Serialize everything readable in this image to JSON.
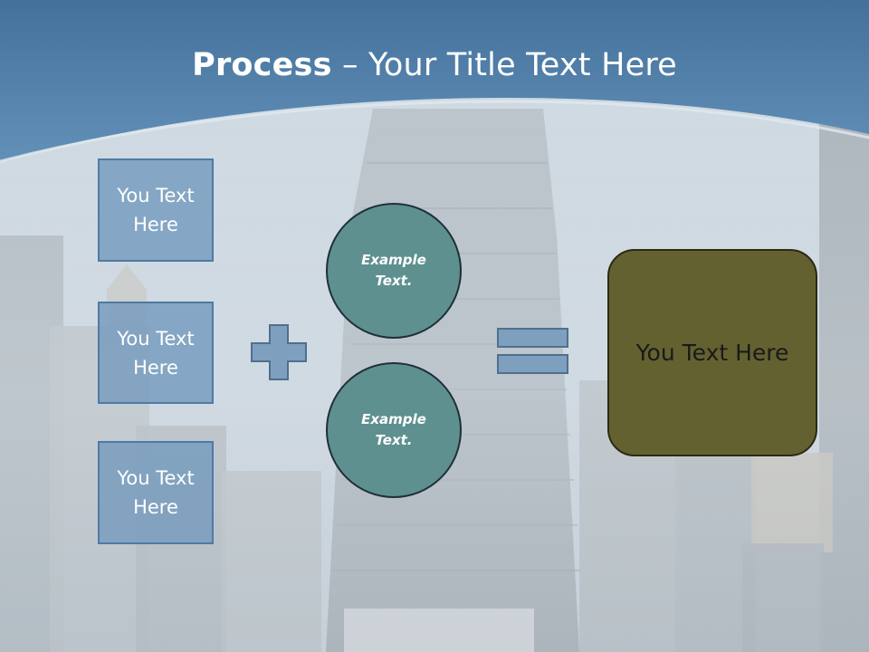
{
  "slide": {
    "title_bold": "Process",
    "title_rest": " – Your Title Text Here",
    "boxes": [
      {
        "label": "You Text Here"
      },
      {
        "label": "You Text Here"
      },
      {
        "label": "You Text Here"
      }
    ],
    "circles": [
      {
        "label": "Example Text."
      },
      {
        "label": "Example Text."
      }
    ],
    "result_label": "You Text Here"
  },
  "colors": {
    "header_blue": "#4f7ea8",
    "box_fill": "#789cbe",
    "circle_fill": "#5f9090",
    "result_fill": "#646130",
    "symbol_fill": "#7e9fbd"
  }
}
